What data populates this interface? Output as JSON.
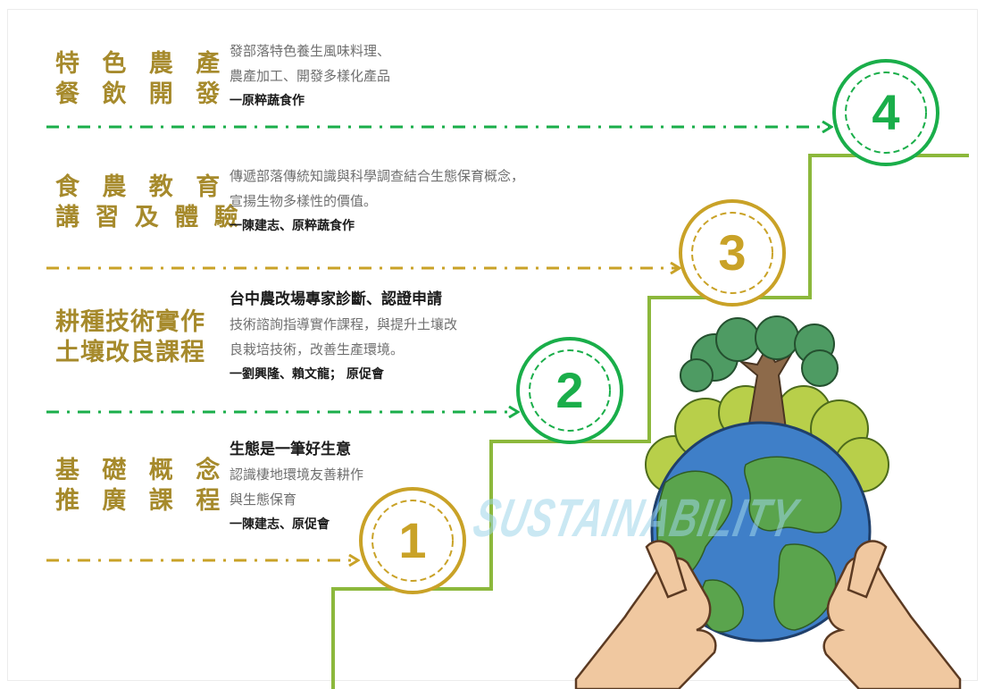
{
  "steps": [
    {
      "number": "1",
      "title": [
        "基 礎 概 念",
        "推 廣 課 程"
      ],
      "heading": "生態是一筆好生意",
      "lines": [
        "認識棲地環境友善耕作",
        "與生態保育"
      ],
      "credit": "一陳建志、原促會",
      "color": "#c9a227"
    },
    {
      "number": "2",
      "title": [
        "耕種技術實作",
        "土壤改良課程"
      ],
      "heading": "台中農改場專家診斷、認證申請",
      "lines": [
        "技術諮詢指導實作課程，與提升土壤改",
        "良栽培技術，改善生產環境。"
      ],
      "credit": "一劉興隆、賴文龍； 原促會",
      "color": "#1aae4a"
    },
    {
      "number": "3",
      "title": [
        "食 農 教 育",
        "講 習 及 體 驗"
      ],
      "heading": "",
      "lines": [
        "傳遞部落傳統知識與科學調查結合生態保育概念，",
        "宣揚生物多樣性的價值。"
      ],
      "credit": "一陳建志、原粹蔬食作",
      "color": "#c9a227"
    },
    {
      "number": "4",
      "title": [
        "特 色 農 產",
        "餐 飲 開 發"
      ],
      "heading": "",
      "lines": [
        "發部落特色養生風味料理、",
        "農產加工、開發多樣化產品"
      ],
      "credit": "一原粹蔬食作",
      "color": "#1aae4a"
    }
  ],
  "illustration": {
    "watermark": "SUSTAINABILITY",
    "icon": "globe-in-hands-with-tree"
  },
  "colors": {
    "stair": "#8cb83c",
    "gold": "#c9a227",
    "green": "#1aae4a",
    "title": "#a68a2c"
  }
}
